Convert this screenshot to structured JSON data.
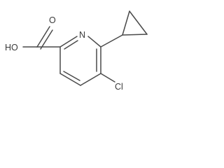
{
  "molecule": {
    "atom_labels": {
      "hydroxyl": "HO",
      "carbonyl_oxygen": "O",
      "ring_nitrogen": "N",
      "chlorine": "Cl"
    }
  }
}
